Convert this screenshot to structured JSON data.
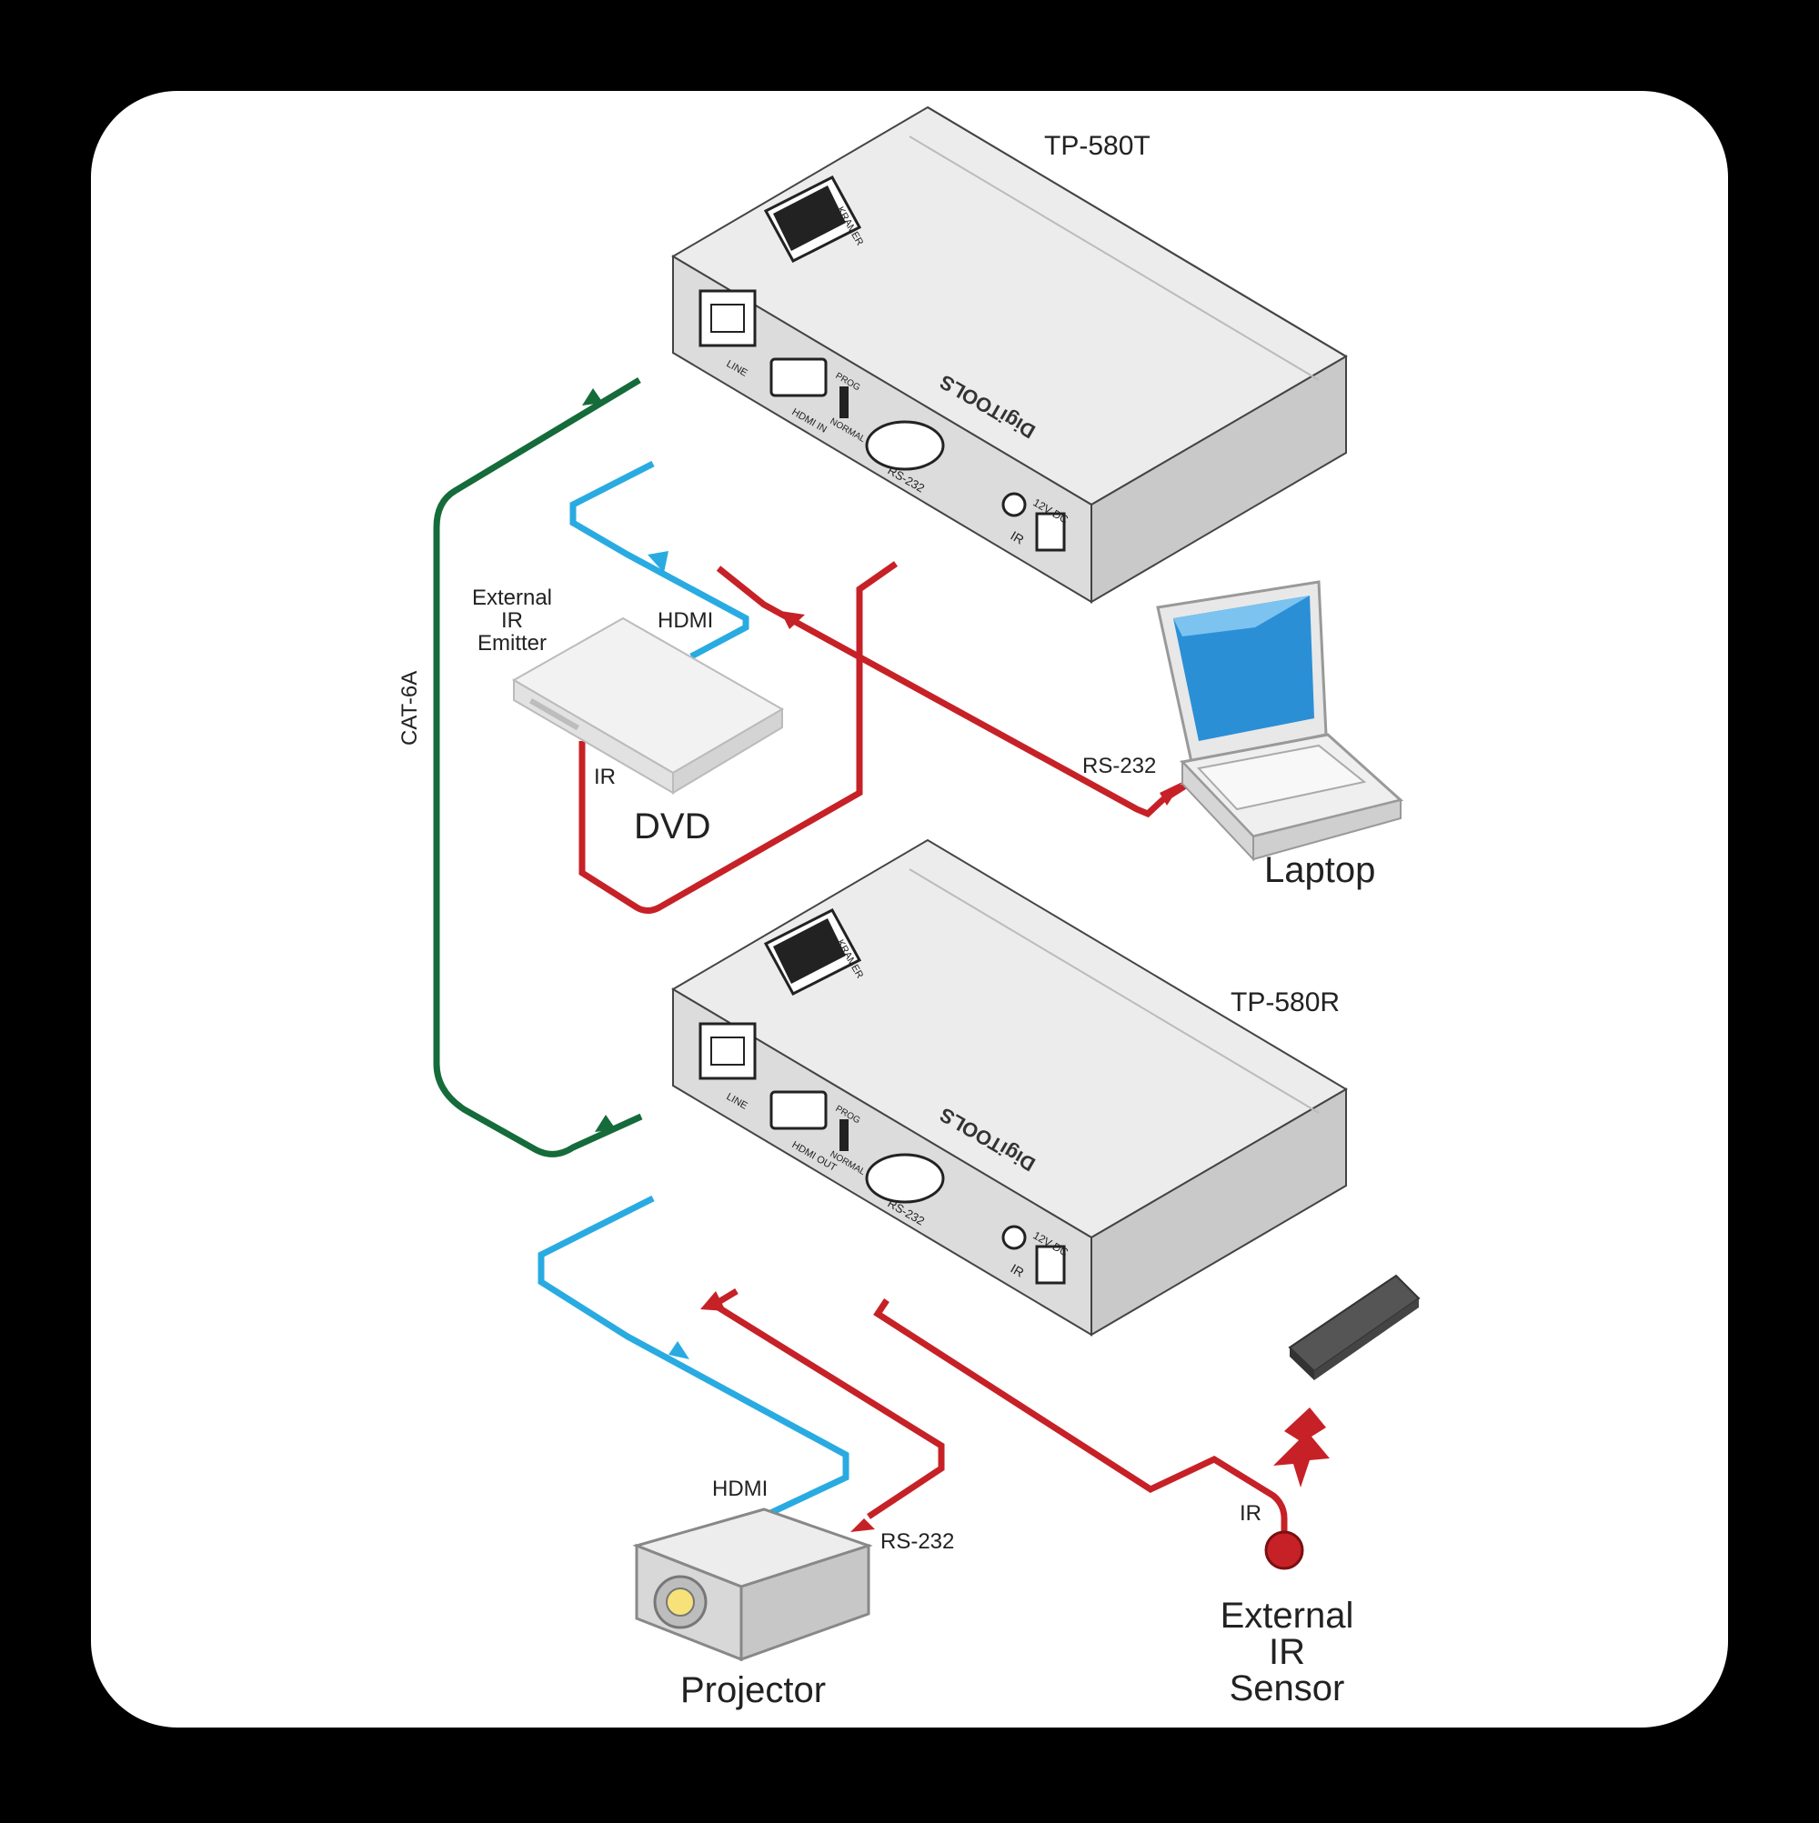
{
  "devices": {
    "transmitter": {
      "model": "TP-580T",
      "brand": "KRAMER",
      "series": "DigiTOOLS",
      "ports": {
        "line": "LINE",
        "hdmi": "HDMI IN",
        "prog": "PROG",
        "normal": "NORMAL",
        "rs232": "RS-232",
        "ir": "IR",
        "power": "12V DC"
      }
    },
    "receiver": {
      "model": "TP-580R",
      "brand": "KRAMER",
      "series": "DigiTOOLS",
      "ports": {
        "line": "LINE",
        "hdmi": "HDMI OUT",
        "prog": "PROG",
        "normal": "NORMAL",
        "rs232": "RS-232",
        "ir": "IR",
        "power": "12V DC"
      }
    },
    "dvd": {
      "label": "DVD",
      "ir_port": "IR"
    },
    "laptop": {
      "label": "Laptop"
    },
    "projector": {
      "label": "Projector"
    },
    "emitter": {
      "line1": "External",
      "line2": "IR",
      "line3": "Emitter"
    },
    "sensor": {
      "line1": "External",
      "line2": "IR",
      "line3": "Sensor"
    }
  },
  "cables": {
    "cat6a": "CAT-6A",
    "hdmi_top": "HDMI",
    "rs232_top": "RS-232",
    "hdmi_bottom": "HDMI",
    "rs232_bottom": "RS-232",
    "ir_bottom": "IR"
  },
  "colors": {
    "background": "#000000",
    "panel": "#ffffff",
    "cat6a": "#156b3a",
    "hdmi": "#29abe2",
    "rs232_ir": "#c62127",
    "device_body": "#e6e6e6",
    "device_shadow": "#cfcfcf"
  },
  "icons": [
    "kramer-logo-icon",
    "rj45-port-icon",
    "hdmi-port-icon",
    "db9-port-icon",
    "ir-jack-icon",
    "dc-jack-icon",
    "remote-control-icon",
    "ir-signal-icon"
  ]
}
